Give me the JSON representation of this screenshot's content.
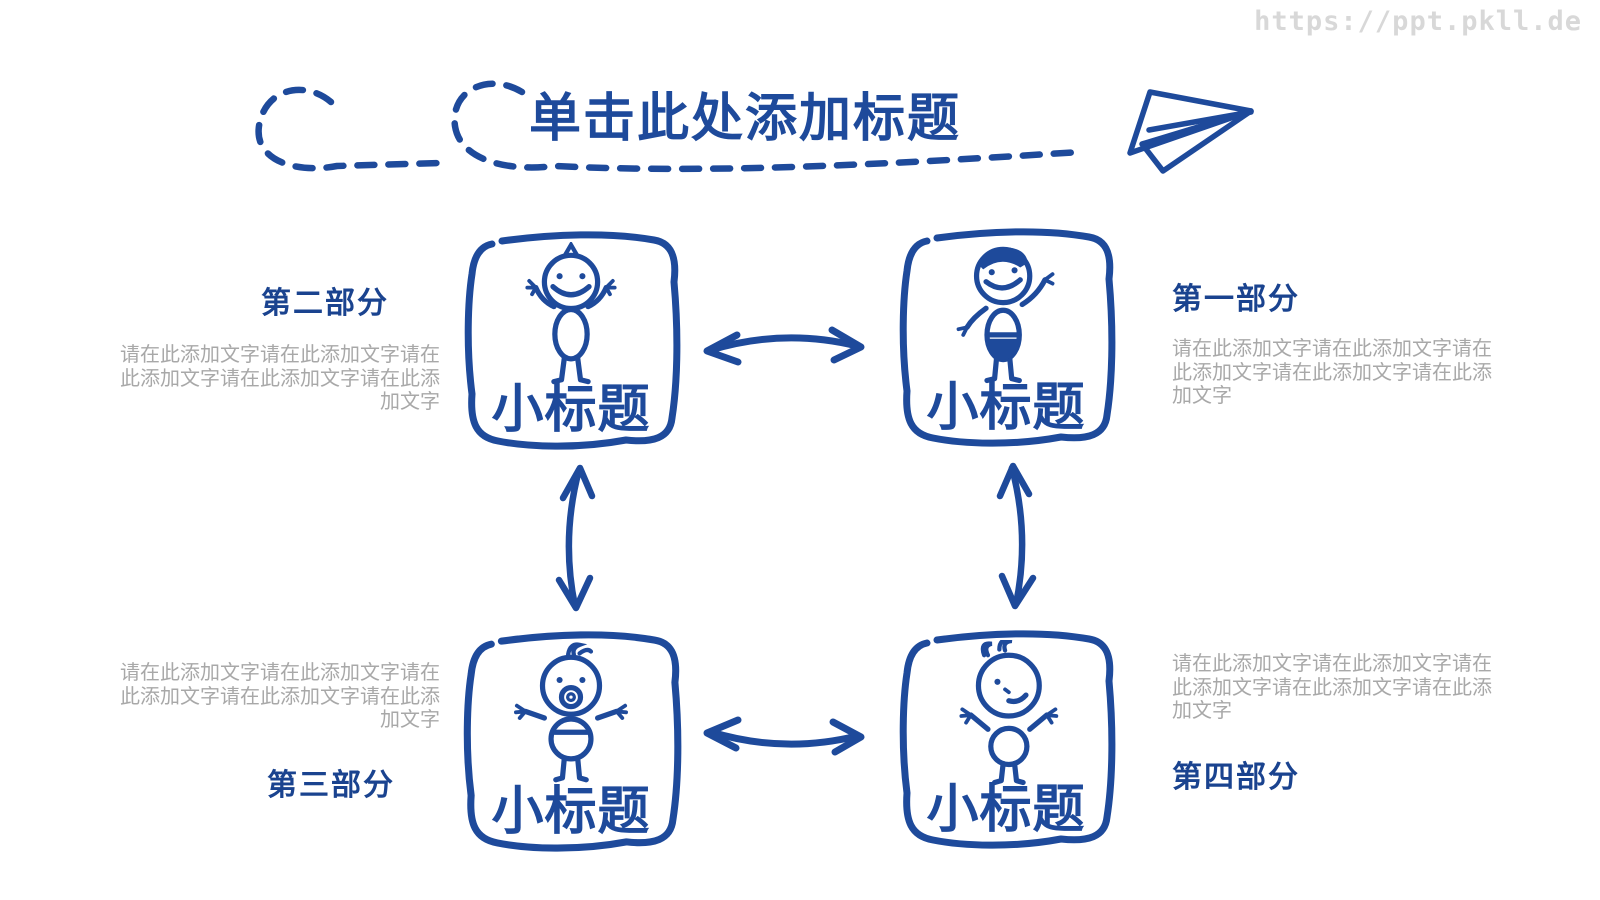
{
  "watermark": {
    "text": "https://ppt.pkll.de"
  },
  "title": {
    "text": "单击此处添加标题"
  },
  "colors": {
    "accent_blue": "#1e4a9b",
    "heading_blue": "#1a438f",
    "body_gray": "#a8a8a8",
    "watermark_gray": "#d8d8d8",
    "background": "#ffffff"
  },
  "boxes": {
    "top_left": {
      "label": "小标题",
      "figure": "cheering-baby"
    },
    "top_right": {
      "label": "小标题",
      "figure": "waving-boy"
    },
    "bottom_left": {
      "label": "小标题",
      "figure": "pacifier-baby"
    },
    "bottom_right": {
      "label": "小标题",
      "figure": "curly-kid"
    }
  },
  "sections": {
    "part1": {
      "heading": "第一部分",
      "body": "请在此添加文字请在此添加文字请在此添加文字请在此添加文字请在此添加文字"
    },
    "part2": {
      "heading": "第二部分",
      "body": "请在此添加文字请在此添加文字请在此添加文字请在此添加文字请在此添加文字"
    },
    "part3": {
      "heading": "第三部分",
      "body": "请在此添加文字请在此添加文字请在此添加文字请在此添加文字请在此添加文字"
    },
    "part4": {
      "heading": "第四部分",
      "body": "请在此添加文字请在此添加文字请在此添加文字请在此添加文字请在此添加文字"
    }
  },
  "decorations": {
    "doodle": "dashed-loop-line",
    "plane": "paper-airplane",
    "arrows": [
      "top-horizontal-double-arrow",
      "bottom-horizontal-double-arrow",
      "left-vertical-double-arrow",
      "right-vertical-double-arrow"
    ]
  }
}
